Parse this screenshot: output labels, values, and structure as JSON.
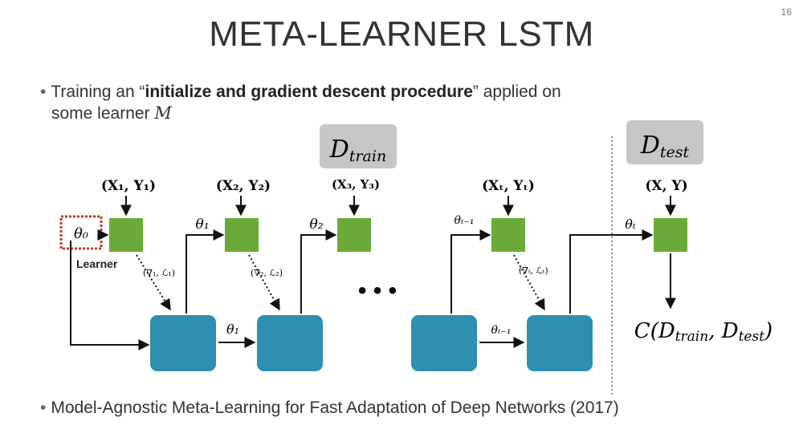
{
  "slide": {
    "number": "16",
    "title": "META-LEARNER LSTM"
  },
  "bullet1": {
    "prefix": "Training an “",
    "bold": "initialize and gradient descent procedure",
    "suffix": "” applied on",
    "line2_prefix": "some learner ",
    "line2_var": "M"
  },
  "bullet2": {
    "text": "Model-Agnostic Meta-Learning for Fast Adaptation of Deep Networks (2017)"
  },
  "diagram": {
    "colors": {
      "learner": "#6aaa3a",
      "meta": "#2e8fb0",
      "dataset_box": "#c6c6c6",
      "highlight": "#c0392b"
    },
    "d_train": {
      "base": "D",
      "sub": "train"
    },
    "d_test": {
      "base": "D",
      "sub": "test"
    },
    "steps": [
      {
        "input": "(X₁, Y₁)",
        "theta_in": "θ₀",
        "grad": "(∇₁, ℒ₁)"
      },
      {
        "input": "(X₂, Y₂)",
        "theta_in": "θ₁",
        "grad": "(∇₂, ℒ₂)"
      },
      {
        "input": "(X₃, Y₃)",
        "theta_in": "θ₂",
        "grad": ""
      },
      {
        "input": "(Xₜ, Yₜ)",
        "theta_in": "θₜ₋₁",
        "grad": "(∇ₜ, ℒₜ)"
      }
    ],
    "test": {
      "input": "(X, Y)",
      "theta_in": "θₜ"
    },
    "meta_labels": [
      "θ₁",
      "θₜ₋₁"
    ],
    "learner_label": "Learner",
    "ellipsis": "• • •",
    "cost": {
      "c": "C(",
      "d1": "D",
      "s1": "train",
      "comma": ", ",
      "d2": "D",
      "s2": "test",
      "close": ")"
    }
  }
}
